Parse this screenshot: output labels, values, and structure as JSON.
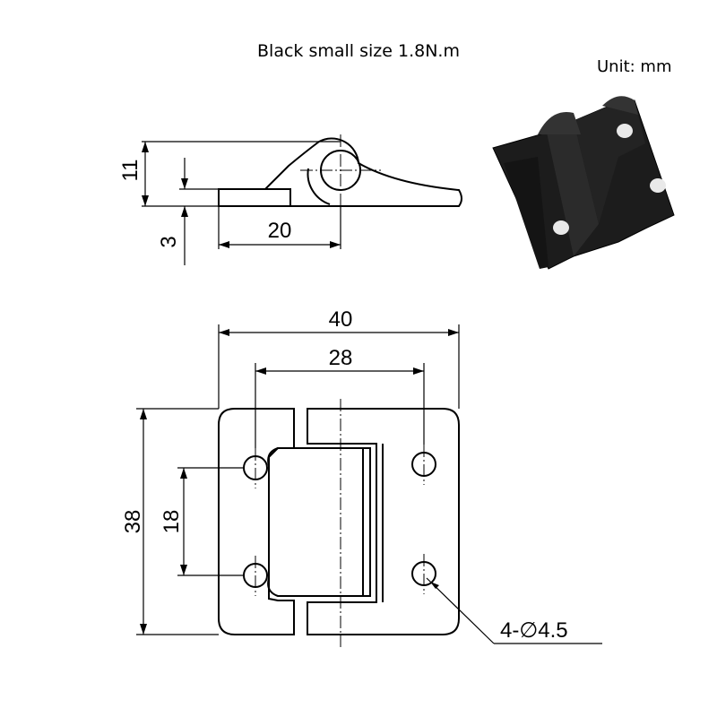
{
  "title": "Black small size 1.8N.m",
  "unit_label": "Unit:  mm",
  "dimensions": {
    "side_height": "11",
    "side_thickness": "3",
    "side_offset": "20",
    "overall_width": "40",
    "hole_spacing_x": "28",
    "overall_height": "38",
    "hole_spacing_y": "18",
    "hole_spec": "4-∅4.5"
  },
  "colors": {
    "ink": "#000000",
    "photo_body": "#1a1a1a",
    "background": "#ffffff"
  }
}
